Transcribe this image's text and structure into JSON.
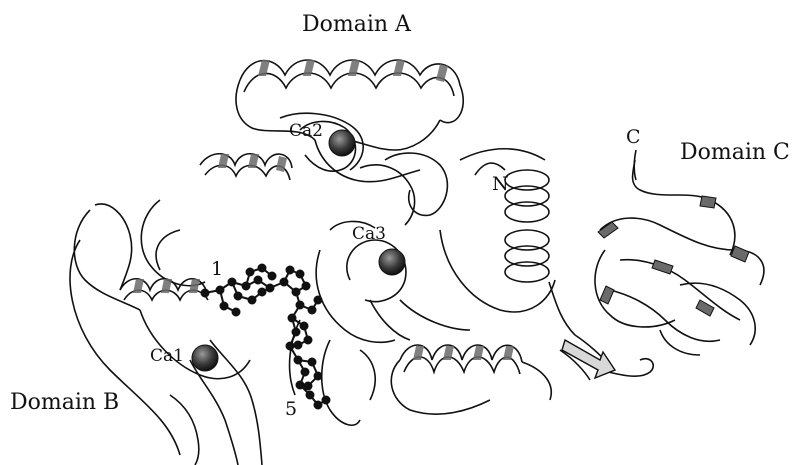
{
  "labels": {
    "domain_a": "Domain A",
    "domain_b": "Domain B",
    "domain_c": "Domain C",
    "c_terminus": "C",
    "n_terminus": "N",
    "ca1": "Ca1",
    "ca2": "Ca2",
    "ca3": "Ca3",
    "ligand_1": "1",
    "ligand_5": "5"
  },
  "colors": {
    "ink": "#111111",
    "ribbon_fill": "#f4f4f4",
    "ribbon_shade": "#6a6a6a",
    "ion": "#3a3a3a"
  }
}
